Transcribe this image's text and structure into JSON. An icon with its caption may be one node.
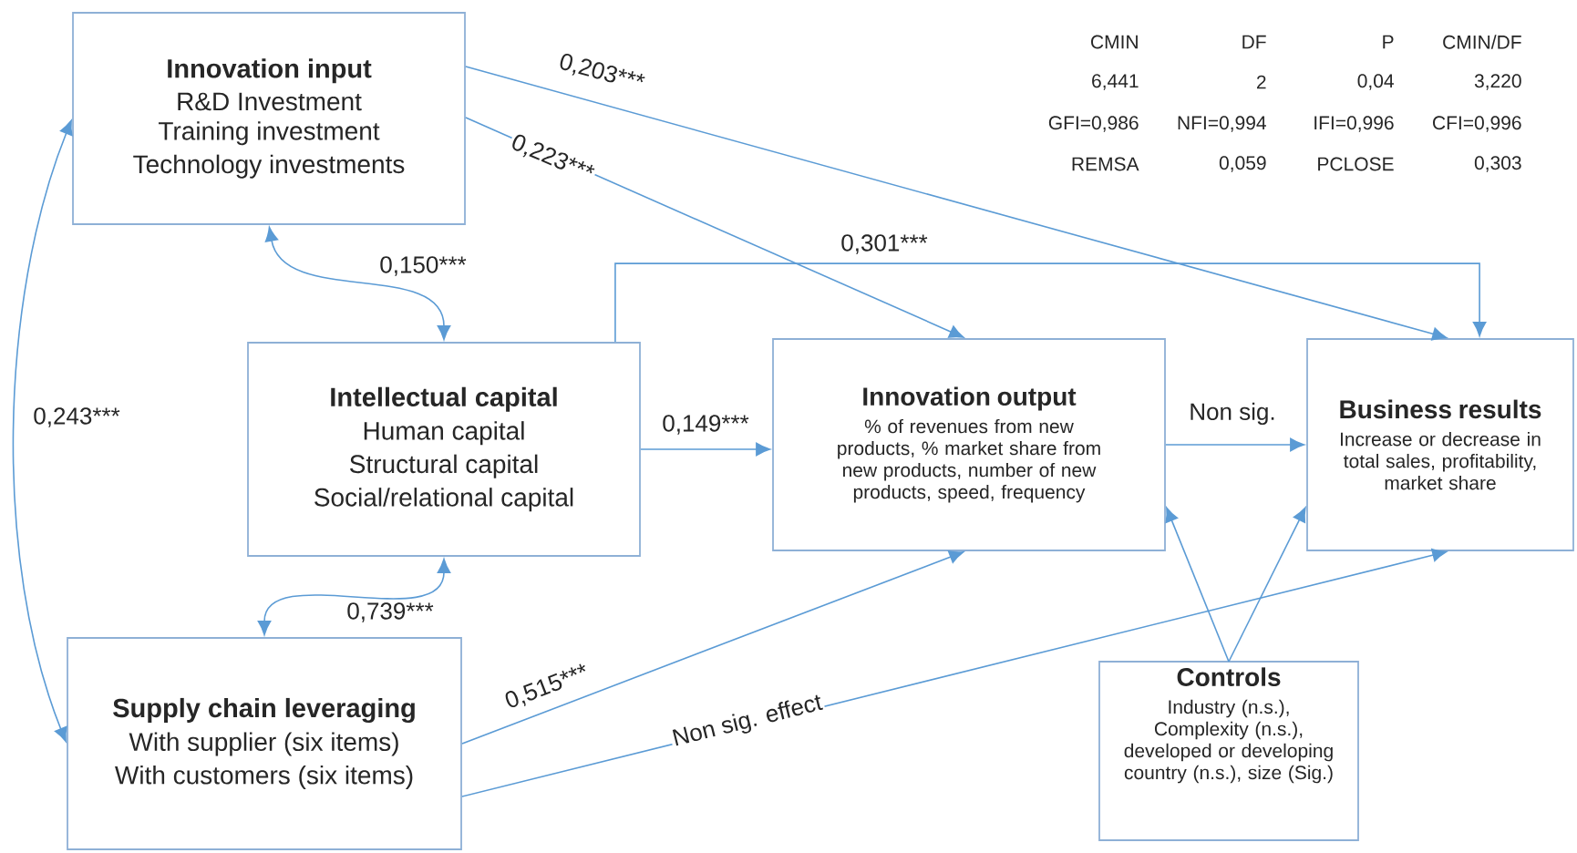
{
  "diagram": {
    "nodes": [
      {
        "text": [
          "Innovation input",
          "R&D Investment",
          "Training investment",
          "Technology investments"
        ]
      },
      {
        "text": [
          "Intellectual capital",
          "Human capital",
          "Structural capital",
          "Social/relational capital"
        ]
      },
      {
        "text": [
          "Innovation output",
          "% of revenues from new products, % market share from new products, number of new products, speed, frequency"
        ]
      },
      {
        "text": [
          "Business results",
          "Increase or decrease in total sales, profitability, market share"
        ]
      },
      {
        "text": [
          "Supply chain leveraging",
          "With supplier (six items)",
          "With customers (six items)"
        ]
      },
      {
        "text": [
          "Controls",
          "Industry (n.s.), Complexity (n.s.), developed or developing country (n.s.), size (Sig.)"
        ]
      }
    ],
    "edges": [
      {
        "from": 0,
        "to": 3,
        "arrow": "to",
        "label": "0,203***"
      },
      {
        "from": 0,
        "to": 2,
        "arrow": "to",
        "label": "0,223***"
      },
      {
        "from": 0,
        "to": 1,
        "arrow": "both",
        "label": "0,150***"
      },
      {
        "from": 1,
        "to": 3,
        "arrow": "to",
        "label": "0,301***"
      },
      {
        "from": 1,
        "to": 2,
        "arrow": "to",
        "label": "0,149***"
      },
      {
        "from": 2,
        "to": 3,
        "arrow": "to",
        "label": "Non sig."
      },
      {
        "from": 4,
        "to": 1,
        "arrow": "both",
        "label": "0,739***"
      },
      {
        "from": 4,
        "to": 0,
        "arrow": "both",
        "label": "0,243***"
      },
      {
        "from": 4,
        "to": 2,
        "arrow": "to",
        "label": "0,515***"
      },
      {
        "from": 4,
        "to": 3,
        "arrow": "to",
        "label": "Non sig. effect"
      },
      {
        "from": 5,
        "to": 2,
        "arrow": "to"
      },
      {
        "from": 5,
        "to": 3,
        "arrow": "to"
      }
    ],
    "labels": [
      "CMIN",
      "DF",
      "P",
      "CMIN/DF",
      "6,441",
      "2",
      "0,04",
      "3,220",
      "GFI=0,986",
      "NFI=0,994",
      "IFI=0,996",
      "CFI=0,996",
      "REMSA",
      "0,059",
      "PCLOSE",
      "0,303"
    ]
  }
}
